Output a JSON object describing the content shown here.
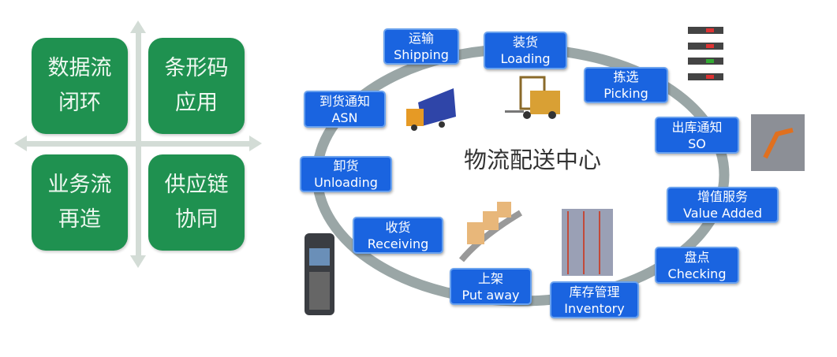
{
  "quadrants": [
    {
      "line1": "数据流",
      "line2": "闭环"
    },
    {
      "line1": "条形码",
      "line2": "应用"
    },
    {
      "line1": "业务流",
      "line2": "再造"
    },
    {
      "line1": "供应链",
      "line2": "协同"
    }
  ],
  "center_title": "物流配送中心",
  "steps": [
    {
      "cn": "运输",
      "en": "Shipping"
    },
    {
      "cn": "装货",
      "en": "Loading"
    },
    {
      "cn": "拣选",
      "en": "Picking"
    },
    {
      "cn": "出库通知",
      "en": "SO"
    },
    {
      "cn": "增值服务",
      "en": "Value Added"
    },
    {
      "cn": "盘点",
      "en": "Checking"
    },
    {
      "cn": "库存管理",
      "en": "Inventory"
    },
    {
      "cn": "上架",
      "en": "Put away"
    },
    {
      "cn": "收货",
      "en": "Receiving"
    },
    {
      "cn": "卸货",
      "en": "Unloading"
    },
    {
      "cn": "到货通知",
      "en": "ASN"
    }
  ],
  "colors": {
    "green": "#1f9150",
    "blue": "#1a64e0",
    "ring": "#9aa6a6"
  }
}
